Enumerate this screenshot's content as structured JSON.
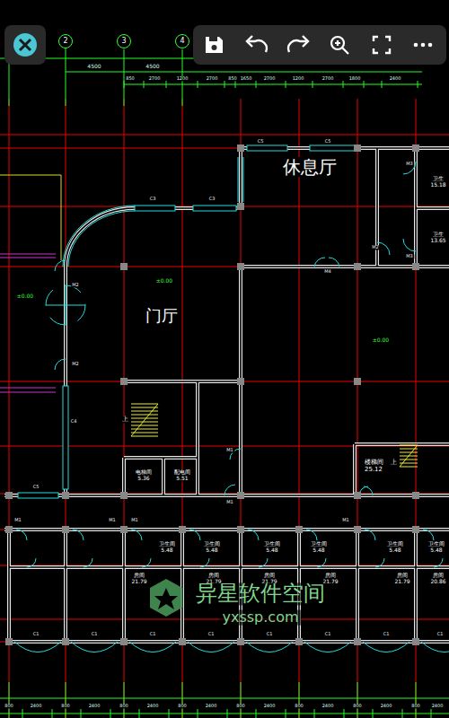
{
  "diagram": {
    "nodes": [
      {
        "text": [
          "2"
        ]
      },
      {
        "text": [
          "3"
        ]
      },
      {
        "text": [
          "4"
        ]
      },
      {
        "text": [
          "休息厅"
        ]
      },
      {
        "text": [
          "卫生",
          "15.18"
        ]
      },
      {
        "text": [
          "卫生",
          "13.65"
        ]
      },
      {
        "text": [
          "门厅"
        ]
      },
      {
        "text": [
          "电梯间",
          "5.36"
        ]
      },
      {
        "text": [
          "配电间",
          "5.51"
        ]
      },
      {
        "text": [
          "楼梯间",
          "25.12"
        ]
      },
      {
        "text": [
          "卫生间",
          "5.48"
        ]
      },
      {
        "text": [
          "卫生间",
          "5.48"
        ]
      },
      {
        "text": [
          "卫生间",
          "5.48"
        ]
      },
      {
        "text": [
          "卫生间",
          "5.48"
        ]
      },
      {
        "text": [
          "卫生间",
          "5.48"
        ]
      },
      {
        "text": [
          "卫生间",
          "5.48"
        ]
      },
      {
        "text": [
          "房间",
          "21.79"
        ]
      },
      {
        "text": [
          "房间",
          "21.79"
        ]
      },
      {
        "text": [
          "房间",
          "21.79"
        ]
      },
      {
        "text": [
          "房间",
          "21.79"
        ]
      },
      {
        "text": [
          "房间",
          "21.79"
        ]
      },
      {
        "text": [
          "房间",
          "20.86"
        ]
      }
    ],
    "labels": [
      "4500",
      "4500",
      "850",
      "2700",
      "1200",
      "2700",
      "850",
      "1650",
      "2700",
      "1200",
      "2700",
      "1800",
      "2400",
      "800",
      "2400",
      "800",
      "2400",
      "800",
      "2400",
      "800",
      "2400",
      "800",
      "2400",
      "800",
      "2400",
      "800",
      "2400",
      "800",
      "2400",
      "±0.00",
      "±0.00",
      "±0.00",
      "上",
      "上",
      "C5",
      "C5",
      "C3",
      "C3",
      "M4",
      "M2",
      "M2",
      "C4",
      "C5",
      "M1",
      "M1",
      "M1",
      "M1",
      "M1",
      "M3",
      "M3",
      "M2",
      "M1",
      "C1",
      "C1",
      "C1",
      "C1",
      "C1",
      "C1",
      "C1",
      "C1",
      "异星软件空间",
      "yxssp.com"
    ]
  }
}
